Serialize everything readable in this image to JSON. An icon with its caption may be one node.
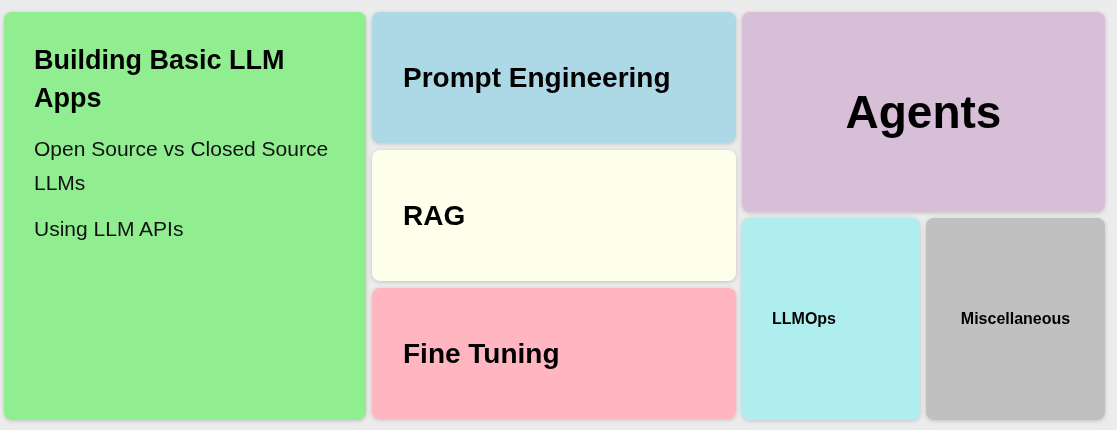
{
  "diagram": {
    "nodes": [
      {
        "text": [
          "Building Basic LLM Apps",
          "Open Source vs Closed Source LLMs",
          "Using LLM APIs"
        ]
      },
      {
        "text": [
          "Prompt Engineering"
        ]
      },
      {
        "text": [
          "RAG"
        ]
      },
      {
        "text": [
          "Fine Tuning"
        ]
      },
      {
        "text": [
          "Agents"
        ]
      },
      {
        "text": [
          "LLMOps"
        ]
      },
      {
        "text": [
          "Miscellaneous"
        ]
      }
    ]
  }
}
